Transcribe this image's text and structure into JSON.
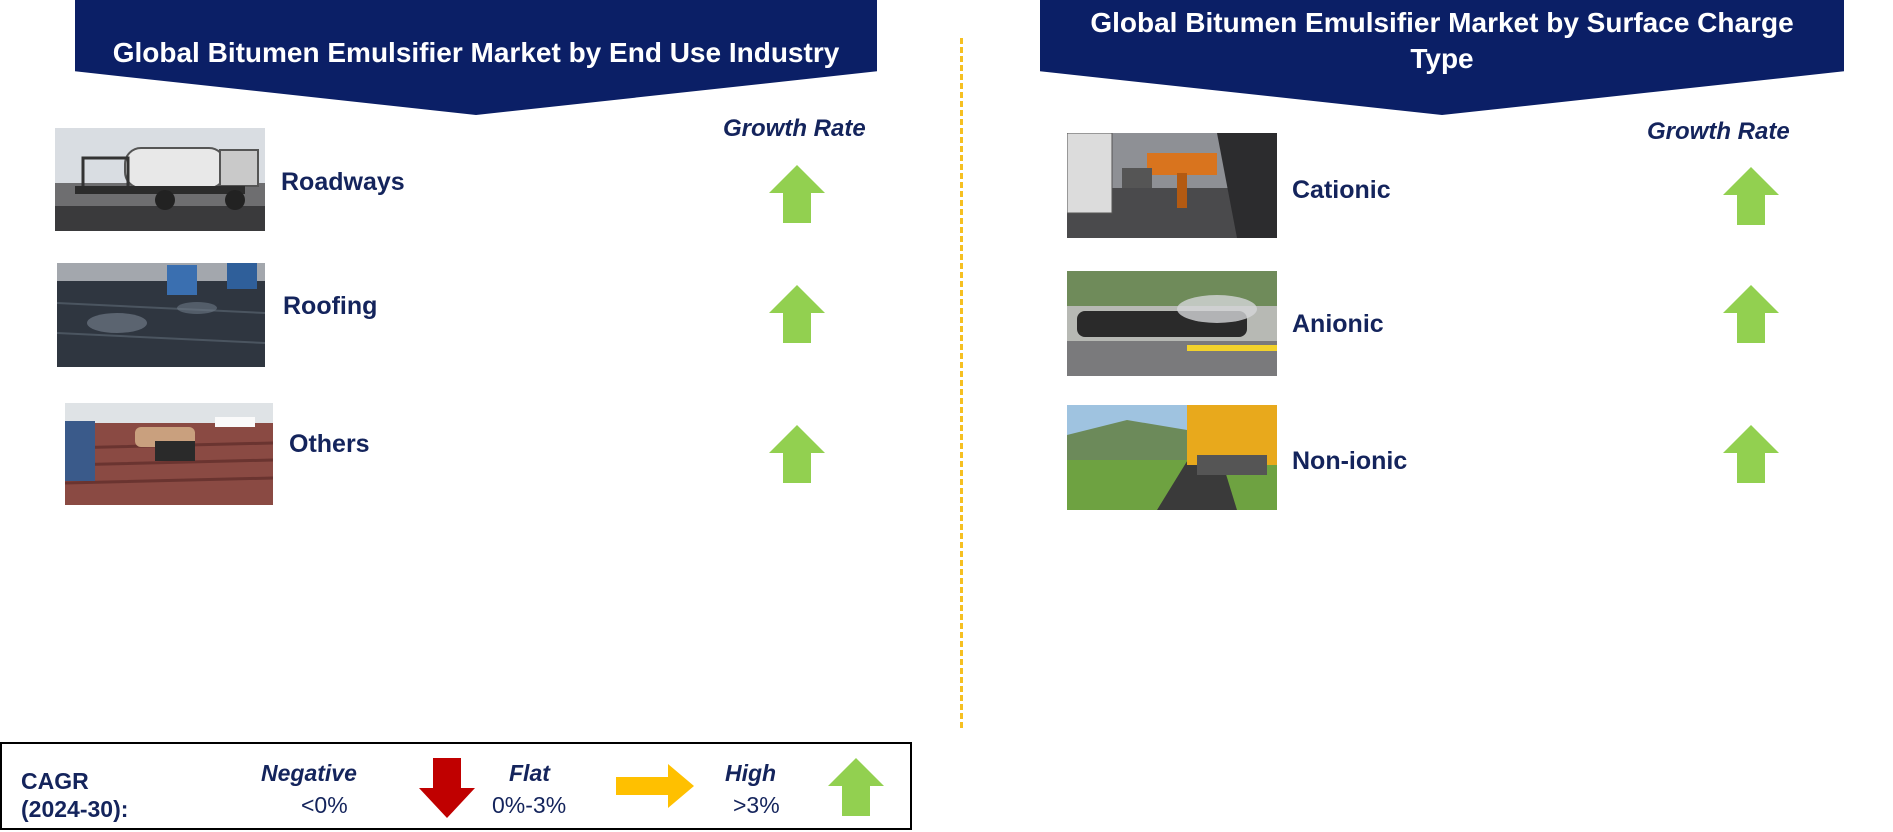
{
  "left_panel": {
    "title": "Global Bitumen Emulsifier Market by End Use Industry",
    "growth_header": "Growth Rate",
    "items": [
      {
        "label": "Roadways",
        "trend": "high"
      },
      {
        "label": "Roofing",
        "trend": "high"
      },
      {
        "label": "Others",
        "trend": "high"
      }
    ]
  },
  "right_panel": {
    "title": "Global Bitumen Emulsifier Market by Surface Charge Type",
    "growth_header": "Growth Rate",
    "items": [
      {
        "label": "Cationic",
        "trend": "high"
      },
      {
        "label": "Anionic",
        "trend": "high"
      },
      {
        "label": "Non-ionic",
        "trend": "high"
      }
    ]
  },
  "legend": {
    "cagr_label_line1": "CAGR",
    "cagr_label_line2": "(2024-30):",
    "negative": {
      "name": "Negative",
      "range": "<0%",
      "icon": "down-arrow-icon",
      "color": "#c00000"
    },
    "flat": {
      "name": "Flat",
      "range": "0%-3%",
      "icon": "right-arrow-icon",
      "color": "#ffc000"
    },
    "high": {
      "name": "High",
      "range": ">3%",
      "icon": "up-arrow-icon",
      "color": "#92d050"
    }
  },
  "colors": {
    "banner": "#0b1f66",
    "text": "#14245c",
    "divider": "#f6c021",
    "up_arrow": "#92d050"
  }
}
